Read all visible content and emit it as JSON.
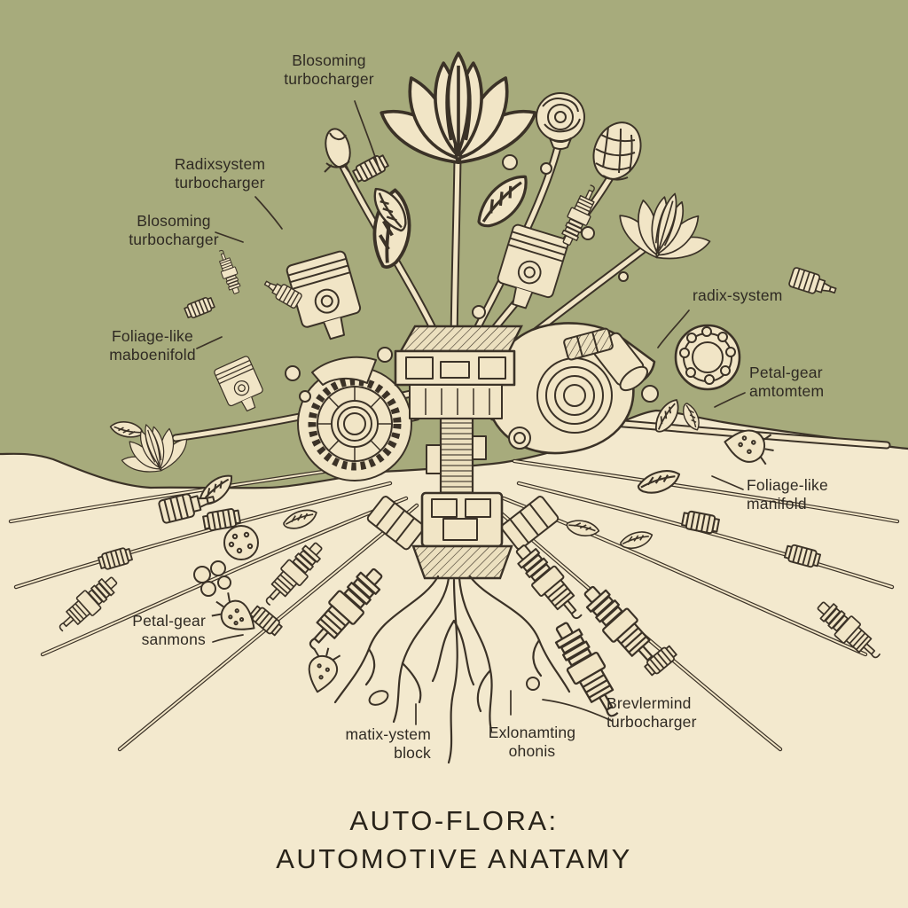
{
  "title": {
    "line1": "AUTO-FLORA:",
    "line2": "AUTOMOTIVE ANATAMY"
  },
  "labels": [
    {
      "id": "blosoming-turbocharger-top",
      "line1": "Blosoming",
      "line2": "turbocharger"
    },
    {
      "id": "radixsystem-turbocharger",
      "line1": "Radixsystem",
      "line2": "turbocharger"
    },
    {
      "id": "blosoming-turbocharger-left",
      "line1": "Blosoming",
      "line2": "turbocharger"
    },
    {
      "id": "foliage-like-maboenifold",
      "line1": "Foliage-like",
      "line2": "maboenifold"
    },
    {
      "id": "radix-system",
      "line1": "radix-system",
      "line2": ""
    },
    {
      "id": "petal-gear-amtomtem",
      "line1": "Petal-gear",
      "line2": "amtomtem"
    },
    {
      "id": "foliage-like-manifold",
      "line1": "Foliage-like",
      "line2": "manifold"
    },
    {
      "id": "petal-gear-sanmons",
      "line1": "Petal-gear",
      "line2": "sanmons"
    },
    {
      "id": "matix-ystem-block",
      "line1": "matix-ystem",
      "line2": "block"
    },
    {
      "id": "exlonamting-ohonis",
      "line1": "Exlonamting",
      "line2": "ohonis"
    },
    {
      "id": "brevlermind-turbocharger",
      "line1": "Brevlermind",
      "line2": "turbocharger"
    }
  ],
  "colors": {
    "background_top": "#a7ab7c",
    "background_bottom": "#f3e9ce",
    "line_art": "#3b3227",
    "part_fill": "#f1e5c6",
    "text": "#2f2a23"
  },
  "illustration": {
    "style": "vintage botanical-automotive line art",
    "elements": [
      "lotus-bloom-large",
      "lotus-bloom-right",
      "rose-bloom",
      "hop-cone",
      "flower-left",
      "flower-bud",
      "filter-cylinder",
      "piston-left",
      "piston-right",
      "piston-small",
      "gear-distributor",
      "turbocharger-snail",
      "ball-bearing",
      "engine-block",
      "distributor-column",
      "carburetor-block",
      "oil-pan",
      "root-system",
      "spark-plugs",
      "hose-couplers",
      "fuel-injectors",
      "leaves",
      "berries",
      "strawberries"
    ]
  }
}
